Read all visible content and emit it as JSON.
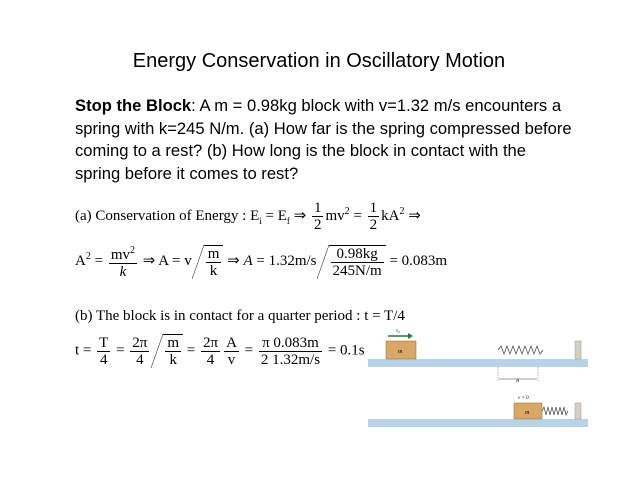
{
  "title": "Energy Conservation in Oscillatory Motion",
  "problem": {
    "bold": "Stop the Block",
    "text": ": A m = 0.98kg block with v=1.32 m/s encounters a spring with k=245 N/m. (a) How far is the spring compressed before coming to a rest? (b) How long is the block in contact with the spring before it comes to rest?"
  },
  "eq_a1": {
    "prefix": "(a) Conservation of Energy : E",
    "sub_i": "i",
    "mid": " = E",
    "sub_f": "f",
    "arrow1": " ⇒ ",
    "one1": "1",
    "two1": "2",
    "mv": "mv",
    "sq1": "2",
    "eq": " = ",
    "one2": "1",
    "two2": "2",
    "kA": "kA",
    "sq2": "2",
    "arrow2": " ⇒"
  },
  "eq_a2": {
    "A": "A",
    "sq": "2",
    "eq1": " = ",
    "num1": "mv",
    "num1sq": "2",
    "den1": "k",
    "arrow1": " ⇒ A = v",
    "num2": "m",
    "den2": "k",
    "arrow2": " ⇒ ",
    "Ait": "A",
    "val": " = 1.32m/s",
    "num3": "0.98kg",
    "den3": "245N/m",
    "result": " = 0.083m"
  },
  "eq_b1": "(b) The block is in contact for a quarter period :  t = T/4",
  "eq_b2": {
    "t": "t = ",
    "f1n": "T",
    "f1d": "4",
    "eq1": " = ",
    "f2n": "2π",
    "f2d": "4",
    "rn": "m",
    "rd": "k",
    "eq2": " = ",
    "f3n": "2π",
    "f3d": "4",
    "f4n": "A",
    "f4d": "v",
    "eq3": " = ",
    "f5n": "π 0.083m",
    "f5d": "2 1.32m/s",
    "result": " = 0.1s"
  },
  "figure": {
    "v0_label": "v₀",
    "m_label": "m",
    "A_label": "A",
    "v_zero_label": "v = 0",
    "m_label2": "m",
    "colors": {
      "floor": "#b7d3e8",
      "block": "#d9a866",
      "wall": "#d8cfc0",
      "arrow": "#2a7a2a"
    }
  }
}
